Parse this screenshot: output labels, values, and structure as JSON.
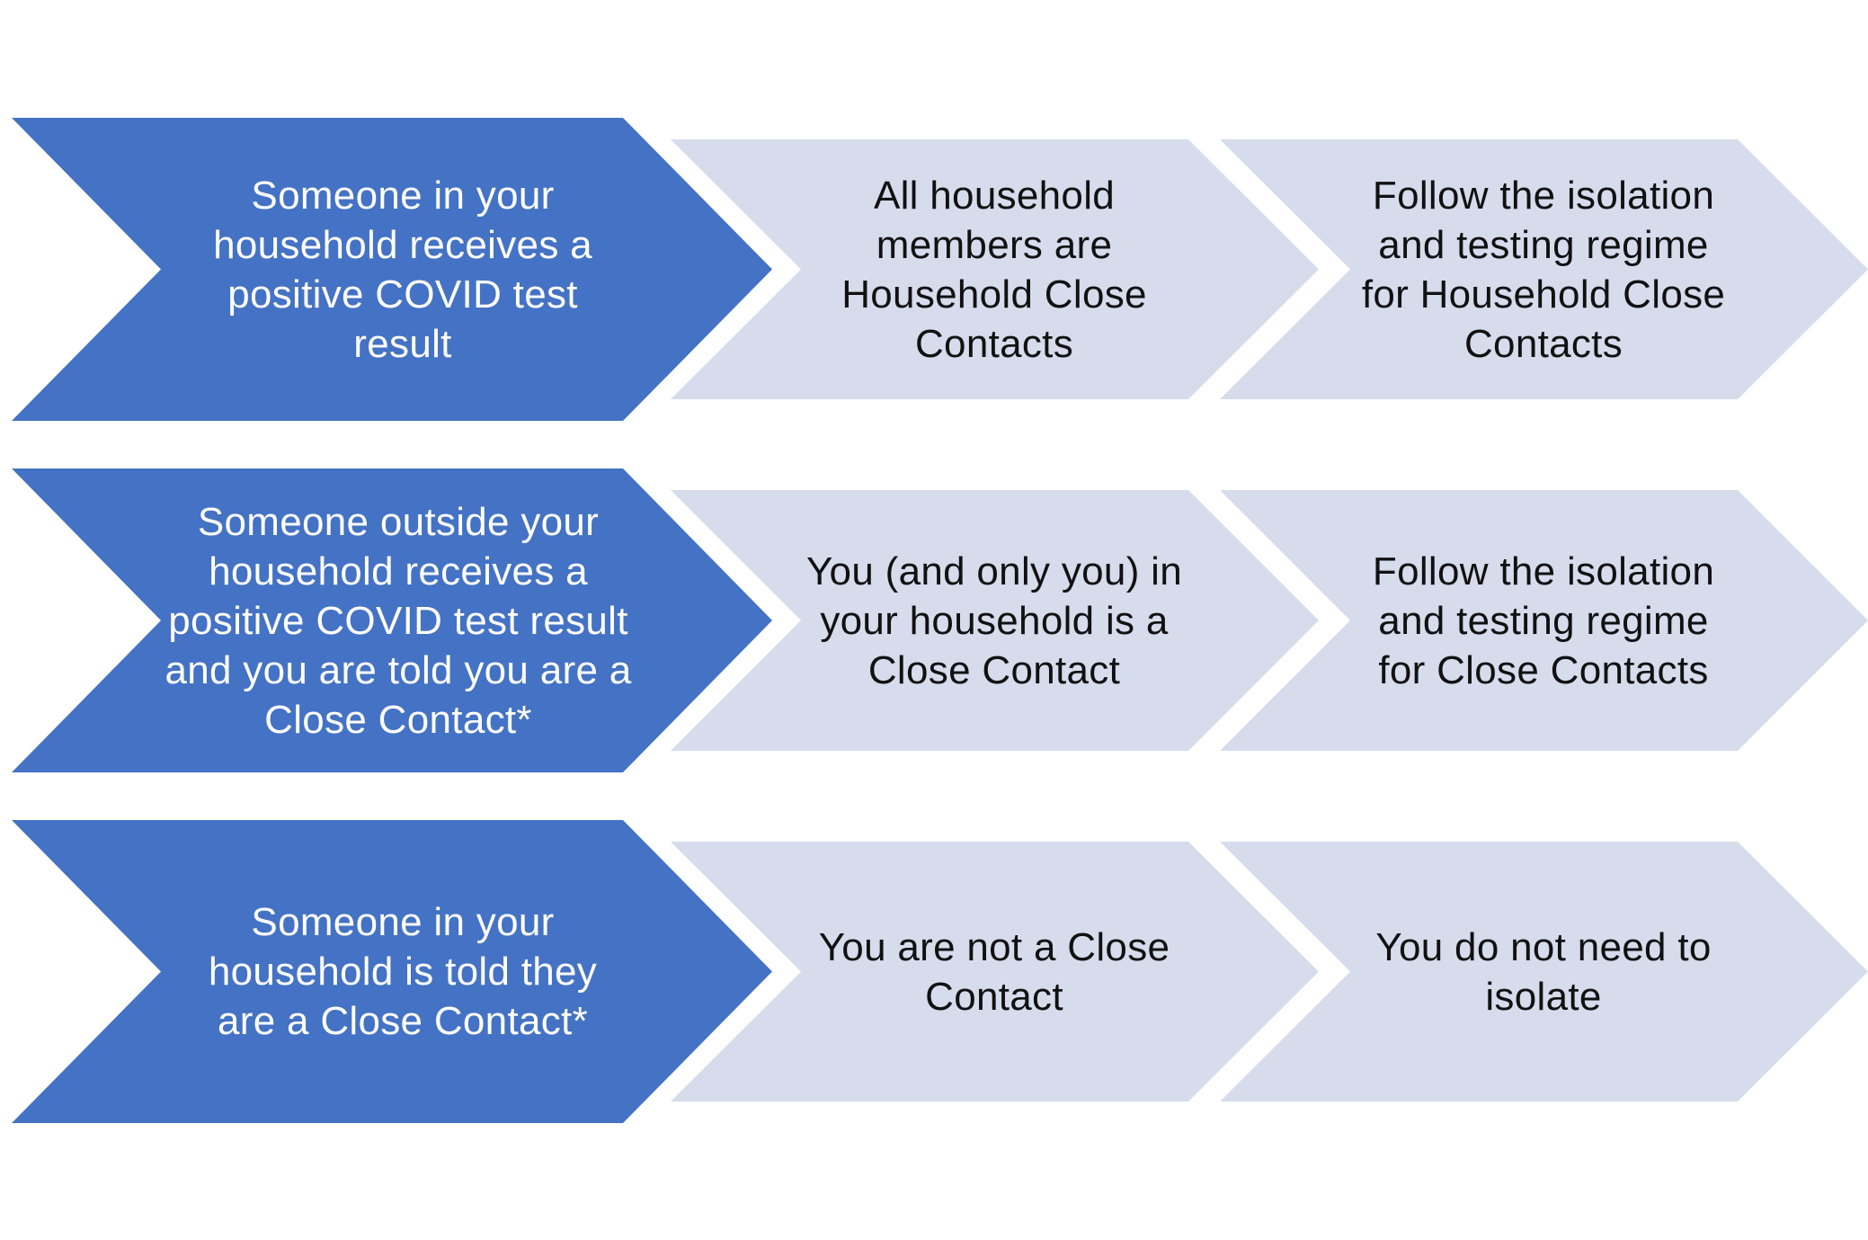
{
  "colors": {
    "primary_fill": "#4472C4",
    "secondary_fill": "#D6DCEC",
    "primary_text": "#FFFFFF",
    "secondary_text": "#111111",
    "background": "#FFFFFF"
  },
  "rows": [
    {
      "trigger": "Someone in your household receives a positive COVID test result",
      "outcome": "All household members are Household Close Contacts",
      "action": "Follow the isolation and testing regime for Household Close Contacts"
    },
    {
      "trigger": "Someone outside your household receives a positive COVID test result and you are told you are a Close Contact*",
      "outcome": "You (and only you) in your household is a Close Contact",
      "action": "Follow the isolation and testing regime for Close Contacts"
    },
    {
      "trigger": "Someone in your household is told they are a Close Contact*",
      "outcome": "You are not a Close Contact",
      "action": "You do not need to isolate"
    }
  ]
}
